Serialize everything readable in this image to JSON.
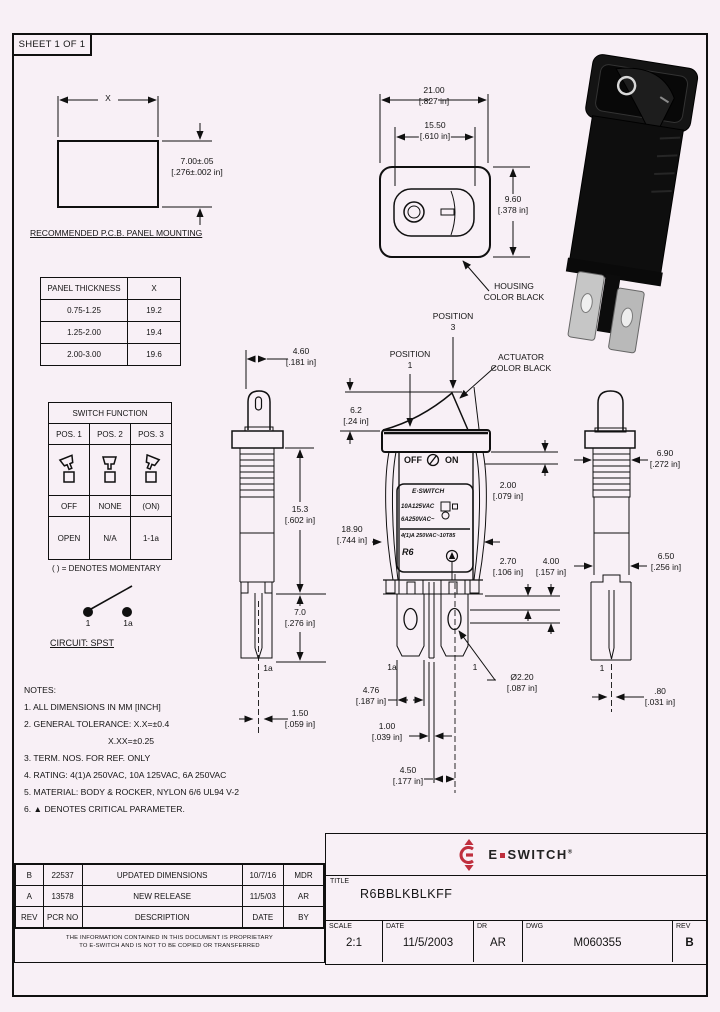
{
  "sheet_label": "SHEET 1 OF 1",
  "pcb": {
    "x_label": "X",
    "caption": "RECOMMENDED P.C.B. PANEL MOUNTING"
  },
  "dims": {
    "pcb_height": [
      "7.00±.05",
      "[.276±.002 in]"
    ],
    "front_width": [
      "21.00",
      "[.827 in]"
    ],
    "rocker_width": [
      "15.50",
      "[.610 in]"
    ],
    "front_height": [
      "9.60",
      "[.378 in]"
    ],
    "rocker_top_width": [
      "4.60",
      "[.181 in]"
    ],
    "actuator_height": [
      "6.2",
      "[.24 in]"
    ],
    "body_width": [
      "18.90",
      "[.744 in]"
    ],
    "bezel_lip": [
      "2.00",
      "[.079 in]"
    ],
    "hole_top_offset": [
      "2.70",
      "[.106 in]"
    ],
    "hole_center_offset": [
      "4.00",
      "[.157 in]"
    ],
    "body_depth": [
      "15.3",
      "[.602 in]"
    ],
    "terminal_length": [
      "7.0",
      "[.276 in]"
    ],
    "terminal_thickness": [
      "1.50",
      "[.059 in]"
    ],
    "rib_width": [
      "6.90",
      "[.272 in]"
    ],
    "lower_body_width": [
      "6.50",
      "[.256 in]"
    ],
    "pin_thickness": [
      ".80",
      "[.031 in]"
    ],
    "terminal_width": [
      "4.76",
      "[.187 in]"
    ],
    "terminal_gap": [
      "1.00",
      "[.039 in]"
    ],
    "terminal_pitch": [
      "4.50",
      "[.177 in]"
    ],
    "hole_diameter": [
      "Ø2.20",
      "[.087 in]"
    ]
  },
  "panel_table": {
    "headers": [
      "PANEL THICKNESS",
      "X"
    ],
    "rows": [
      [
        "0.75-1.25",
        "19.2"
      ],
      [
        "1.25-2.00",
        "19.4"
      ],
      [
        "2.00-3.00",
        "19.6"
      ]
    ]
  },
  "function_table": {
    "title": "SWITCH FUNCTION",
    "columns": [
      "POS. 1",
      "POS. 2",
      "POS. 3"
    ],
    "states": [
      "OFF",
      "NONE",
      "(ON)"
    ],
    "circuits": [
      "OPEN",
      "N/A",
      "1-1a"
    ],
    "momentary_note": "( ) = DENOTES MOMENTARY"
  },
  "circuit": {
    "label": "CIRCUIT: SPST"
  },
  "terminals": {
    "t1": "1",
    "t1a": "1a"
  },
  "labels": {
    "housing_color": [
      "HOUSING",
      "COLOR BLACK"
    ],
    "actuator_color": [
      "ACTUATOR",
      "COLOR BLACK"
    ],
    "position_1": [
      "POSITION",
      "1"
    ],
    "position_3": [
      "POSITION",
      "3"
    ],
    "off": "OFF",
    "on": "ON"
  },
  "switch_face": {
    "brand": "E·SWITCH",
    "line1": "10A125VAC",
    "line2": "6A250VAC~",
    "line3": "4(1)A 250VAC~10T85",
    "line4": "R6"
  },
  "notes": {
    "title": "NOTES:",
    "line1": "1. ALL DIMENSIONS IN MM [INCH]",
    "line2": "2. GENERAL TOLERANCE: X.X=±0.4",
    "line2b": "X.XX=±0.25",
    "line3": "3. TERM. NOS. FOR REF. ONLY",
    "line4": "4. RATING: 4(1)A 250VAC, 10A 125VAC,  6A 250VAC",
    "line5": "5. MATERIAL: BODY & ROCKER,  NYLON 6/6 UL94 V-2",
    "line6": "6. ▲ DENOTES CRITICAL PARAMETER."
  },
  "revision_table": {
    "rows": [
      {
        "rev": "B",
        "pcr": "22537",
        "description": "UPDATED DIMENSIONS",
        "date": "10/7/16",
        "by": "MDR"
      },
      {
        "rev": "A",
        "pcr": "13578",
        "description": "NEW RELEASE",
        "date": "11/5/03",
        "by": "AR"
      },
      {
        "rev": "REV",
        "pcr": "PCR NO",
        "description": "DESCRIPTION",
        "date": "DATE",
        "by": "BY"
      }
    ],
    "disclaimer1": "THE INFORMATION CONTAINED IN THIS DOCUMENT IS PROPRIETARY",
    "disclaimer2": "TO E-SWITCH AND IS NOT TO BE COPIED OR TRANSFERRED"
  },
  "title_block": {
    "brand_e": "E",
    "brand_switch": "SWITCH",
    "brand_reg": "®",
    "title_label": "TITLE",
    "title": "R6BBLKBLKFF",
    "scale_label": "SCALE",
    "scale": "2:1",
    "date_label": "DATE",
    "date": "11/5/2003",
    "dr_label": "DR",
    "dr": "AR",
    "dwg_label": "DWG",
    "dwg": "M060355",
    "rev_label": "REV",
    "rev": "B"
  },
  "colors": {
    "accent_red": "#bf2f3e",
    "line": "#101010",
    "bg": "#f8f0f6"
  }
}
